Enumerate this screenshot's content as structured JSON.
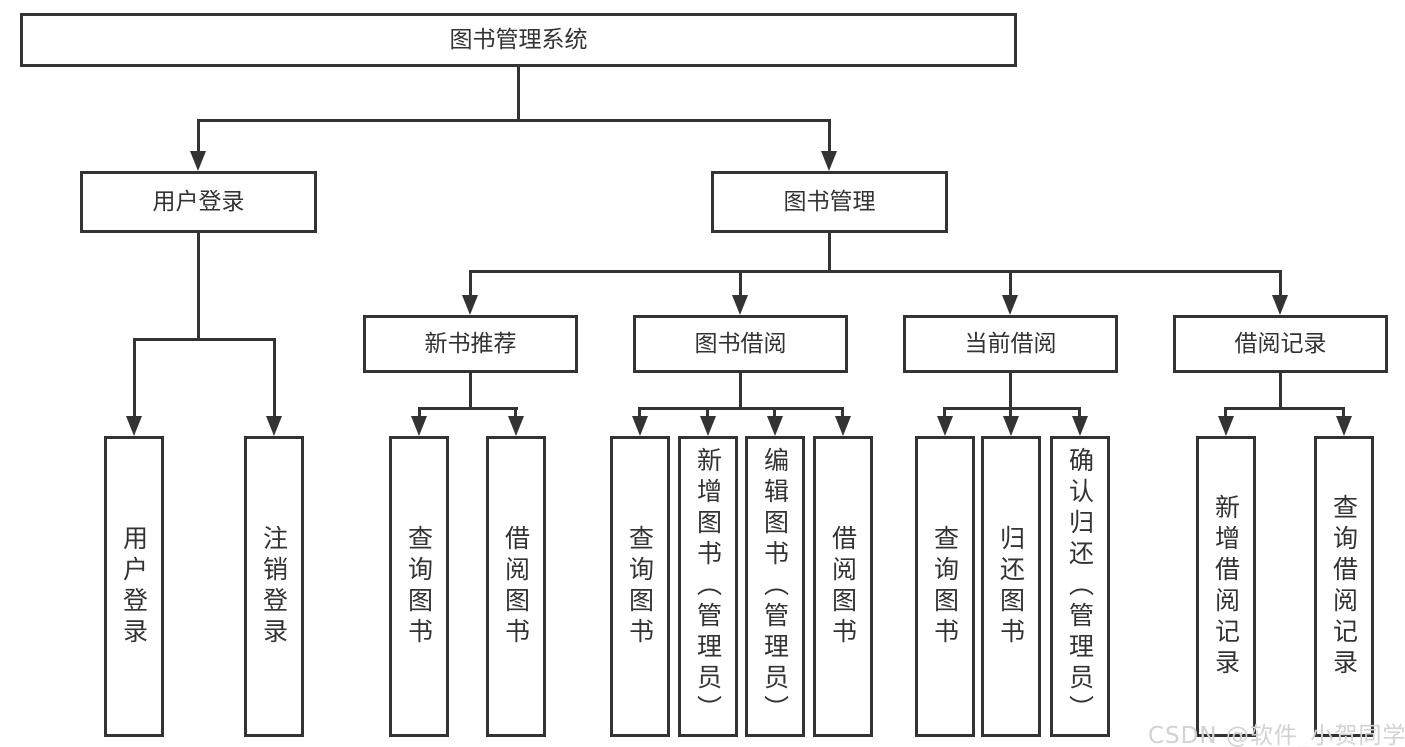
{
  "diagram": {
    "type": "hierarchy-tree",
    "line_color": "#333333",
    "text_color": "#333333",
    "background": "#ffffff",
    "root": {
      "label": "图书管理系统",
      "children": [
        {
          "label": "用户登录",
          "children": [
            {
              "label": "用户登录"
            },
            {
              "label": "注销登录"
            }
          ]
        },
        {
          "label": "图书管理",
          "children": [
            {
              "label": "新书推荐",
              "children": [
                {
                  "label": "查询图书"
                },
                {
                  "label": "借阅图书"
                }
              ]
            },
            {
              "label": "图书借阅",
              "children": [
                {
                  "label": "查询图书"
                },
                {
                  "label": "新增图书（管理员）"
                },
                {
                  "label": "编辑图书（管理员）"
                },
                {
                  "label": "借阅图书"
                }
              ]
            },
            {
              "label": "当前借阅",
              "children": [
                {
                  "label": "查询图书"
                },
                {
                  "label": "归还图书"
                },
                {
                  "label": "确认归还（管理员）"
                }
              ]
            },
            {
              "label": "借阅记录",
              "children": [
                {
                  "label": "新增借阅记录"
                },
                {
                  "label": "查询借阅记录"
                }
              ]
            }
          ]
        }
      ]
    }
  },
  "watermark": {
    "text": "CSDN @软件_小贺同学",
    "color": "#d2d2d2"
  }
}
